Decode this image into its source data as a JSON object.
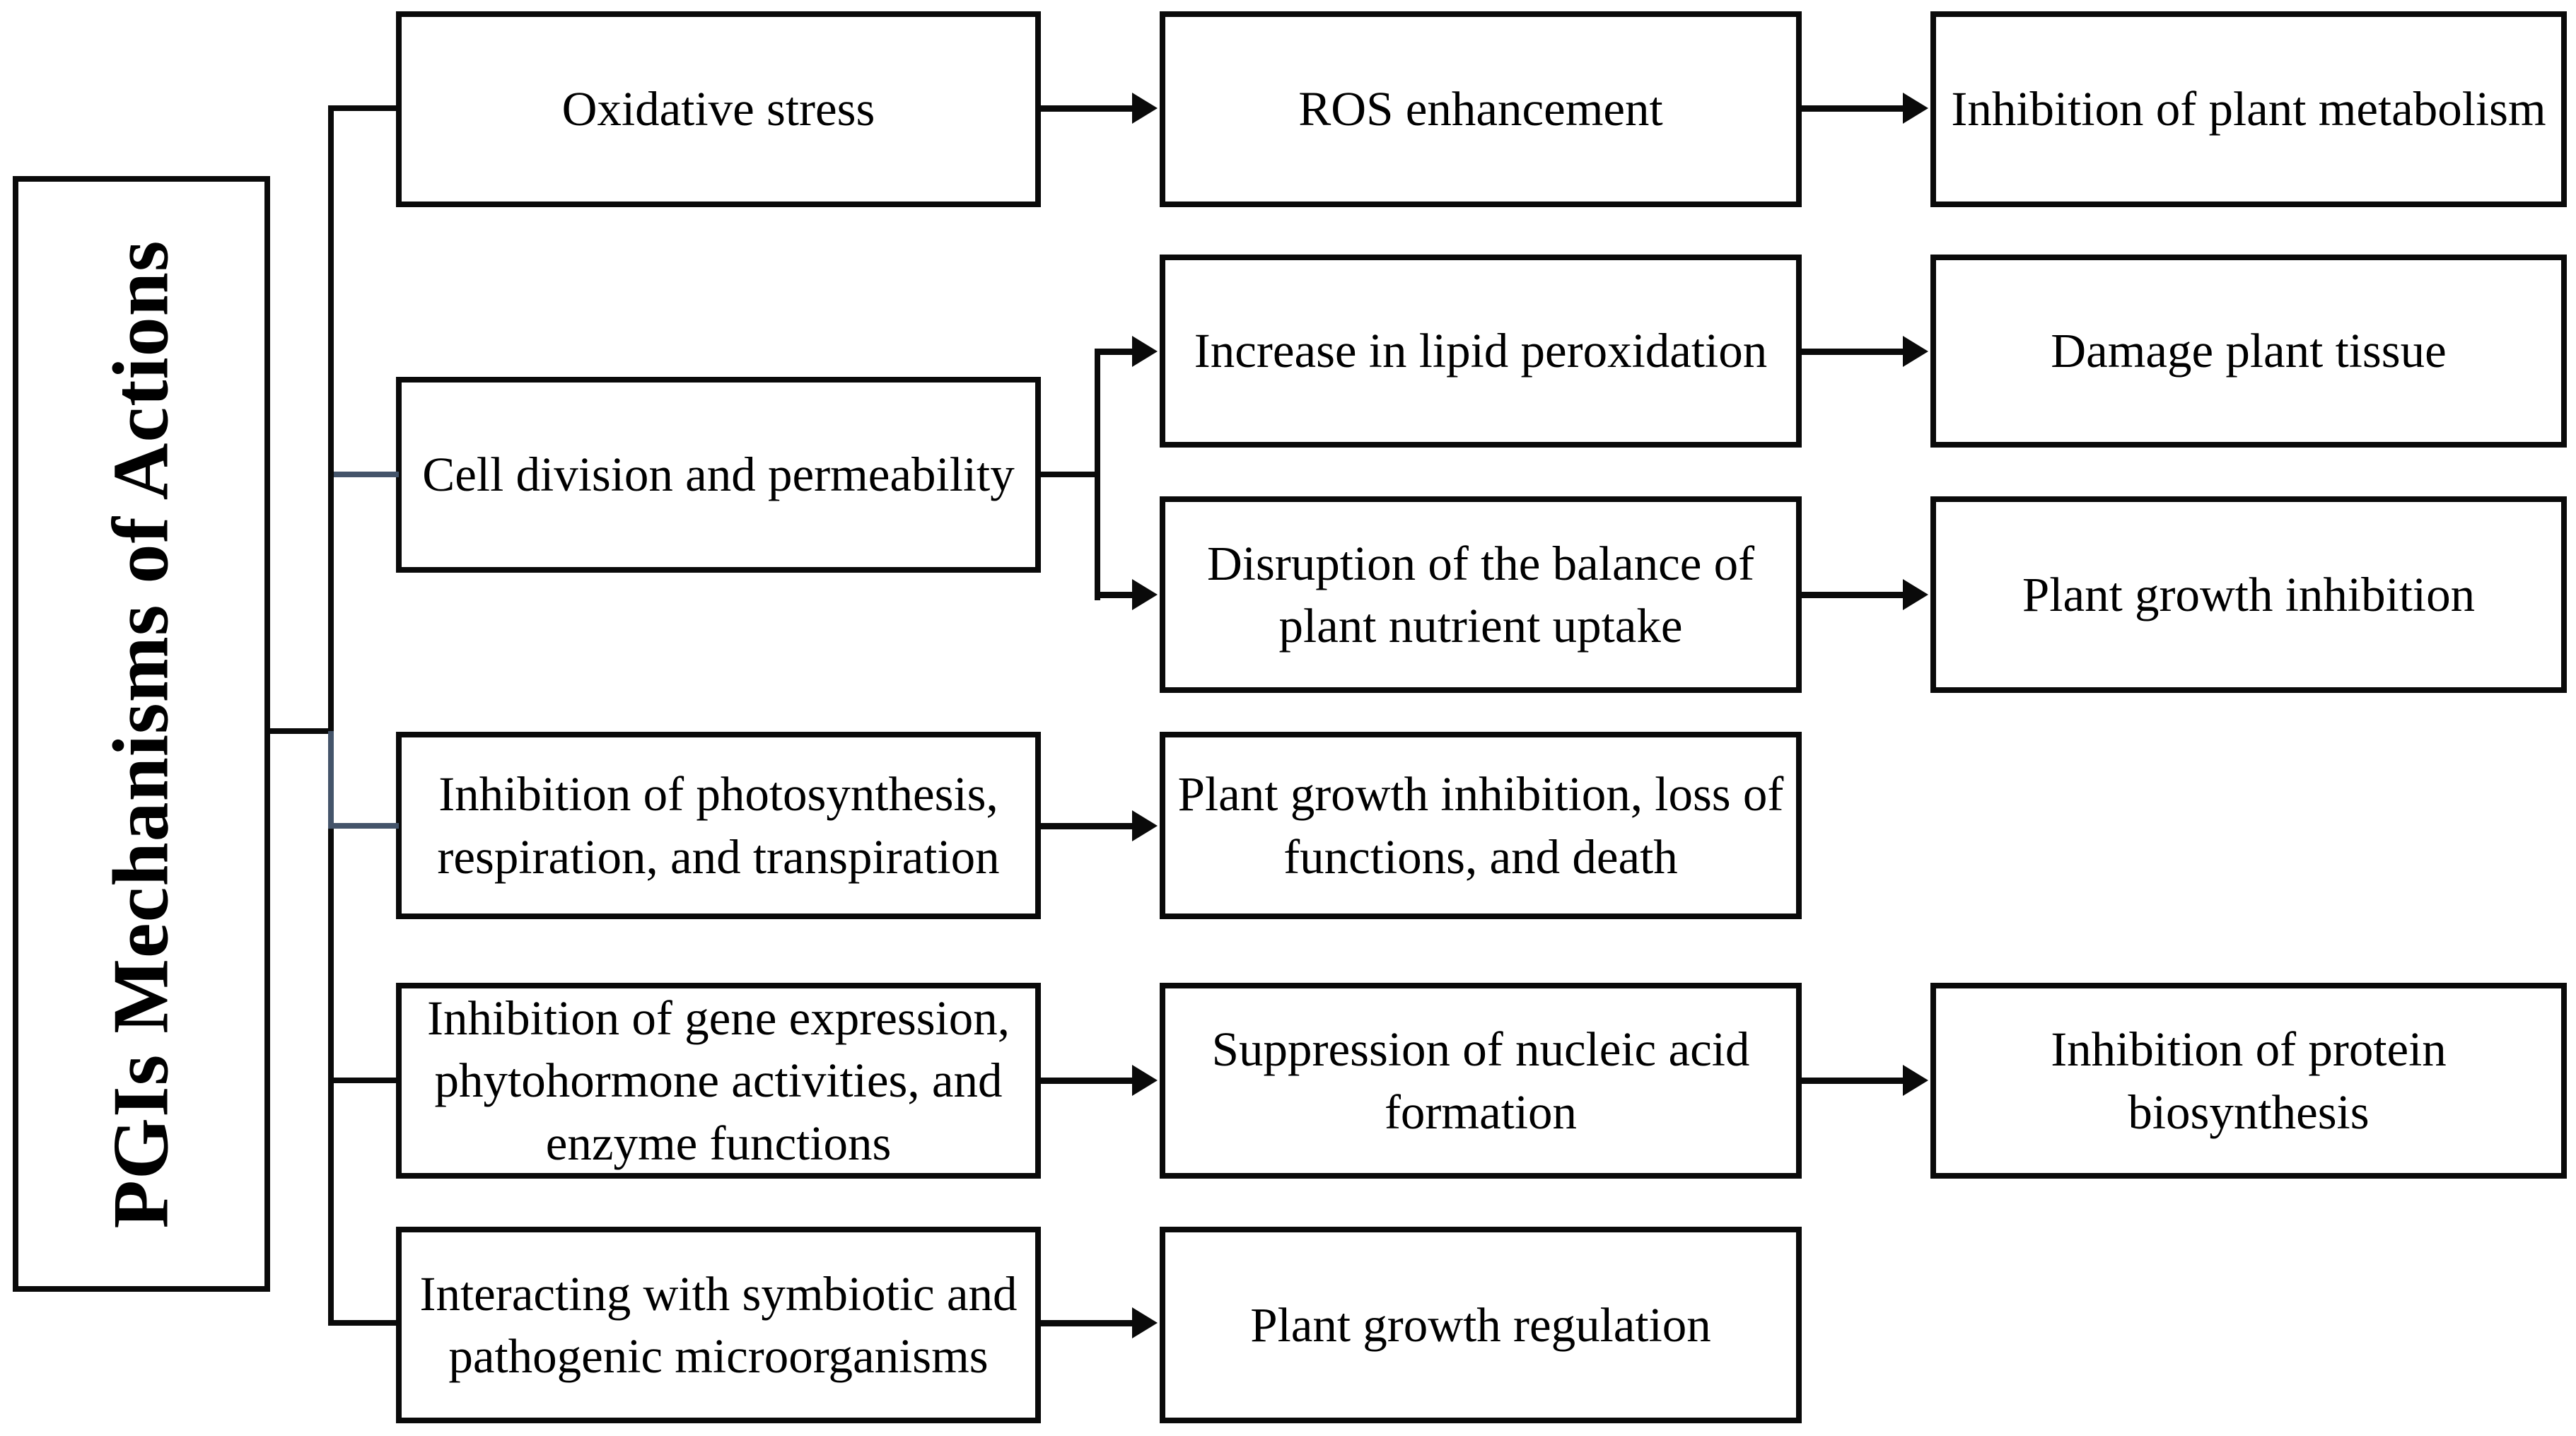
{
  "title": "PGIs Mechanisms of Actions",
  "colors": {
    "line": "#0a0a0a",
    "accent_line": "#44546A",
    "box_border": "#0a0a0a",
    "background": "#ffffff",
    "text": "#000000"
  },
  "nodes": {
    "root": "PGIs Mechanisms of Actions",
    "oxidative_stress": "Oxidative stress",
    "ros_enhancement": "ROS enhancement",
    "inhibition_plant_metabolism": "Inhibition of plant metabolism",
    "cell_division_permeability": "Cell division and permeability",
    "increase_lipid_peroxidation": "Increase in lipid peroxidation",
    "damage_plant_tissue": "Damage plant tissue",
    "disruption_nutrient_uptake": "Disruption of the balance of plant nutrient uptake",
    "plant_growth_inhibition": "Plant growth inhibition",
    "inhibition_photosynthesis": "Inhibition of photosynthesis, respiration, and transpiration",
    "growth_inhibition_loss_death": "Plant growth inhibition, loss of functions, and death",
    "inhibition_gene_expression": "Inhibition of gene expression, phytohormone activities, and enzyme functions",
    "suppression_nucleic_acid": "Suppression of nucleic acid formation",
    "inhibition_protein_biosynthesis": "Inhibition of protein biosynthesis",
    "interacting_microorganisms": "Interacting with symbiotic and pathogenic microorganisms",
    "plant_growth_regulation": "Plant growth regulation"
  },
  "edges": [
    [
      "PGIs Mechanisms of Actions",
      "Oxidative stress"
    ],
    [
      "PGIs Mechanisms of Actions",
      "Cell division and permeability"
    ],
    [
      "PGIs Mechanisms of Actions",
      "Inhibition of photosynthesis, respiration, and transpiration"
    ],
    [
      "PGIs Mechanisms of Actions",
      "Inhibition of gene expression, phytohormone activities, and enzyme functions"
    ],
    [
      "PGIs Mechanisms of Actions",
      "Interacting with symbiotic and pathogenic microorganisms"
    ],
    [
      "Oxidative stress",
      "ROS enhancement"
    ],
    [
      "ROS enhancement",
      "Inhibition of plant metabolism"
    ],
    [
      "Cell division and permeability",
      "Increase in lipid peroxidation"
    ],
    [
      "Increase in lipid peroxidation",
      "Damage plant tissue"
    ],
    [
      "Cell division and permeability",
      "Disruption of the balance of plant nutrient uptake"
    ],
    [
      "Disruption of the balance of plant nutrient uptake",
      "Plant growth inhibition"
    ],
    [
      "Inhibition of photosynthesis, respiration, and transpiration",
      "Plant growth inhibition, loss of functions, and death"
    ],
    [
      "Inhibition of gene expression, phytohormone activities, and enzyme functions",
      "Suppression of nucleic acid formation"
    ],
    [
      "Suppression of nucleic acid formation",
      "Inhibition of protein biosynthesis"
    ],
    [
      "Interacting with symbiotic and pathogenic microorganisms",
      "Plant growth regulation"
    ]
  ]
}
